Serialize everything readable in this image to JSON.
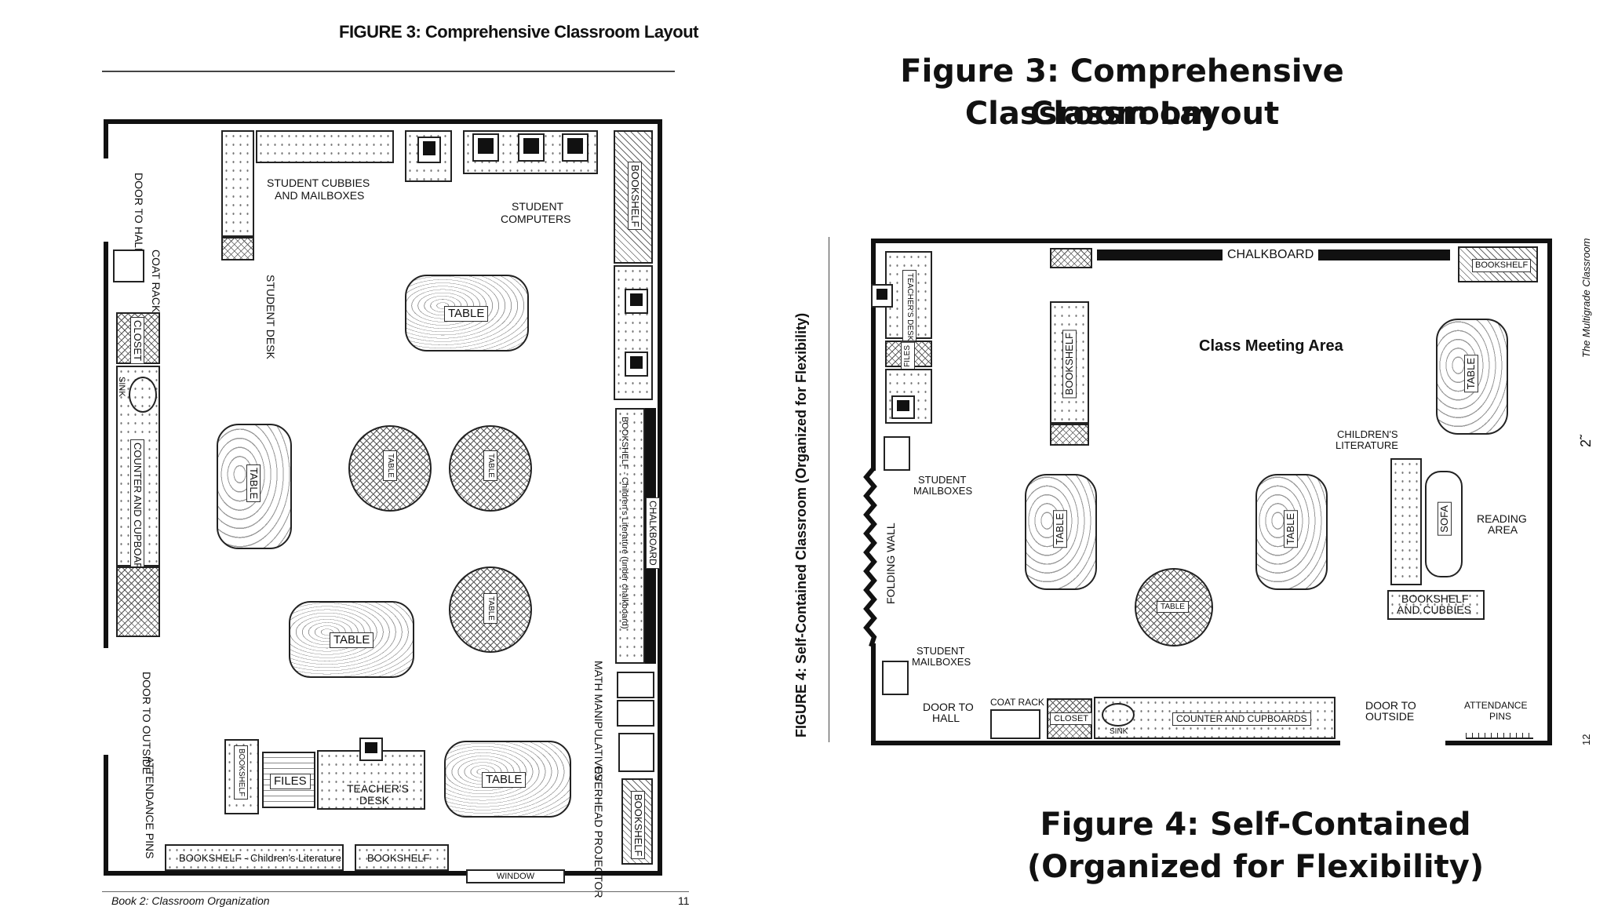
{
  "figure3": {
    "scan_title": "FIGURE 3: Comprehensive Classroom Layout",
    "footer_left": "Book 2: Classroom Organization",
    "footer_right": "11",
    "labels": {
      "door_to_hall": "DOOR TO HALL",
      "coat_rack": "COAT RACK",
      "closet": "CLOSET",
      "sink": "SINK",
      "counter": "COUNTER AND CUPBOARDS",
      "door_to_outside": "DOOR TO OUTSIDE",
      "attendance_pins": "ATTENDANCE PINS",
      "student_cubbies_1": "STUDENT CUBBIES",
      "student_cubbies_2": "AND MAILBOXES",
      "student_desk": "STUDENT DESK",
      "student_computers_1": "STUDENT",
      "student_computers_2": "COMPUTERS",
      "bookshelf": "BOOKSHELF",
      "table": "TABLE",
      "chalkboard": "CHALKBOARD",
      "bookshelf_lit": "BOOKSHELF - Children's Literature (under chalkboard)",
      "math": "MATH MANIPULATIVES",
      "overhead": "OVERHEAD PROJECTOR",
      "files": "FILES",
      "teachers_desk_1": "TEACHER'S",
      "teachers_desk_2": "DESK",
      "bottom_bookshelf_lit": "BOOKSHELF - Children's Literature",
      "window": "WINDOW"
    }
  },
  "figure4": {
    "side_title": "FIGURE 4: Self-Contained Classroom (Organized for Flexibility)",
    "book_title": "The Multigrade Classroom",
    "page_num": "12",
    "page_fragment": "2̃",
    "labels": {
      "chalkboard": "CHALKBOARD",
      "bookshelf": "BOOKSHELF",
      "teachers_desk": "TEACHER'S DESK",
      "files": "FILES",
      "class_meeting": "Class Meeting Area",
      "table": "TABLE",
      "childrens_lit_1": "CHILDREN'S",
      "childrens_lit_2": "LITERATURE",
      "student_mailboxes_1": "STUDENT",
      "student_mailboxes_2": "MAILBOXES",
      "folding_wall": "FOLDING WALL",
      "sofa": "SOFA",
      "reading_area_1": "READING",
      "reading_area_2": "AREA",
      "bookshelf_cubbies_1": "BOOKSHELF",
      "bookshelf_cubbies_2": "AND CUBBIES",
      "door_to_hall_1": "DOOR TO",
      "door_to_hall_2": "HALL",
      "coat_rack": "COAT RACK",
      "closet": "CLOSET",
      "sink": "SINK",
      "counter": "COUNTER AND CUPBOARDS",
      "door_to_outside_1": "DOOR TO",
      "door_to_outside_2": "OUTSIDE",
      "attendance_1": "ATTENDANCE",
      "attendance_2": "PINS"
    }
  },
  "captions": {
    "fig3_line1": "Figure 3: Comprehensive Classroom",
    "fig3_line2": "Classroom Layout",
    "fig4_line1": "Figure 4: Self-Contained",
    "fig4_line2": "(Organized for Flexibility)"
  }
}
